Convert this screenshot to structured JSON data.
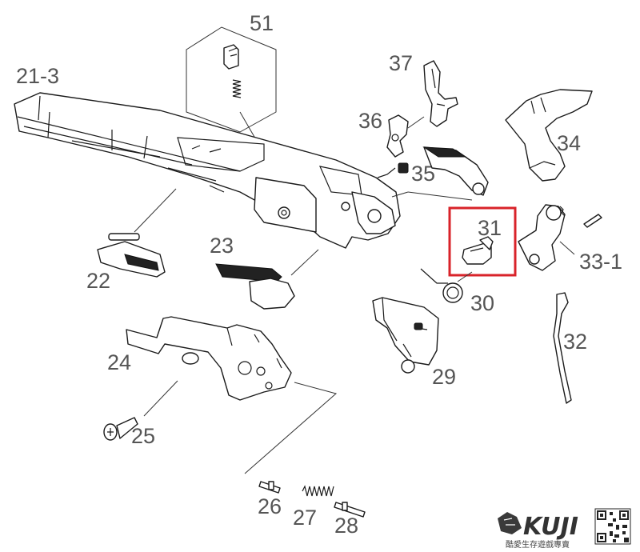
{
  "diagram": {
    "highlight_color": "#d9232a",
    "highlighted_part": "31",
    "labels": {
      "p51": "51",
      "p21_3": "21-3",
      "p37": "37",
      "p36": "36",
      "p34": "34",
      "p35": "35",
      "p31": "31",
      "p33_1": "33-1",
      "p22": "22",
      "p23": "23",
      "p30": "30",
      "p32": "32",
      "p24": "24",
      "p29": "29",
      "p25": "25",
      "p26": "26",
      "p27": "27",
      "p28": "28"
    }
  },
  "brand": {
    "name": "KUJI",
    "tagline": "酷愛生存遊戲專賣",
    "qr_icon": "qr-code-icon",
    "logo_icon": "lion-logo-icon"
  }
}
